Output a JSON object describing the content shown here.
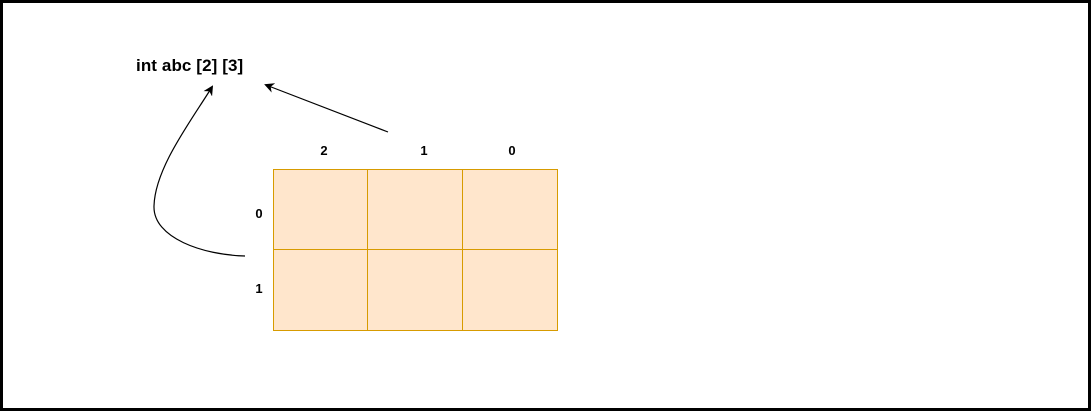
{
  "declaration": "int abc [2] [3]",
  "column_labels": [
    "2",
    "1",
    "0"
  ],
  "row_labels": [
    "0",
    "1"
  ],
  "colors": {
    "cell_fill": "#ffe6cc",
    "cell_border": "#d79b00",
    "frame_border": "#000000",
    "arrow": "#000000"
  }
}
